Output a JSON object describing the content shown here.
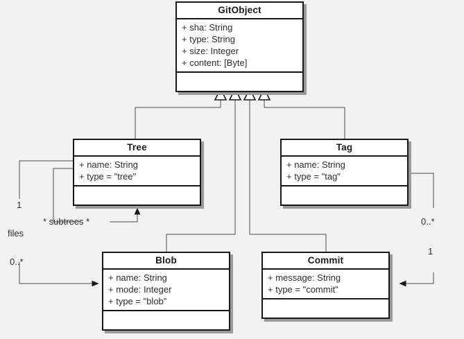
{
  "diagram": {
    "title": "Git object model UML class diagram",
    "type": "uml-class-diagram",
    "background_color": "#f2f2f2",
    "box_fill": "#ffffff",
    "line_color": "#16181a",
    "shadow_color": "#9a9a9a"
  },
  "classes": [
    {
      "id": "gitobject",
      "name": "GitObject",
      "attributes": [
        "+ sha: String",
        "+ type: String",
        "+ size: Integer",
        "+ content: [Byte]"
      ],
      "operations": []
    },
    {
      "id": "tree",
      "name": "Tree",
      "attributes": [
        "+ name: String",
        "+ type = \"tree\""
      ],
      "operations": []
    },
    {
      "id": "tag",
      "name": "Tag",
      "attributes": [
        "+ name: String",
        "+ type = \"tag\""
      ],
      "operations": []
    },
    {
      "id": "blob",
      "name": "Blob",
      "attributes": [
        "+ name: String",
        "+ mode: Integer",
        "+ type = \"blob\""
      ],
      "operations": []
    },
    {
      "id": "commit",
      "name": "Commit",
      "attributes": [
        "+ message: String",
        "+ type = \"commit\""
      ],
      "operations": []
    }
  ],
  "generalizations": [
    {
      "from": "Tree",
      "to": "GitObject"
    },
    {
      "from": "Blob",
      "to": "GitObject"
    },
    {
      "from": "Commit",
      "to": "GitObject"
    },
    {
      "from": "Tag",
      "to": "GitObject"
    }
  ],
  "associations": [
    {
      "id": "tree-subtrees",
      "from": "Tree",
      "to": "Tree",
      "label": "* subtrees *",
      "arrow": "filled"
    },
    {
      "id": "tree-files-blob",
      "from": "Tree",
      "to": "Blob",
      "label": "files",
      "source_multiplicity": "1",
      "target_multiplicity": "0..*",
      "arrow": "filled"
    },
    {
      "id": "tag-commit",
      "from": "Tag",
      "to": "Commit",
      "source_multiplicity": "0..*",
      "target_multiplicity": "1",
      "arrow": "filled"
    }
  ],
  "labels": {
    "tree_mult_one": "1",
    "files": "files",
    "blob_mult_many": "0..*",
    "subtrees": "* subtrees *",
    "tag_mult_many": "0..*",
    "commit_mult_one": "1"
  }
}
